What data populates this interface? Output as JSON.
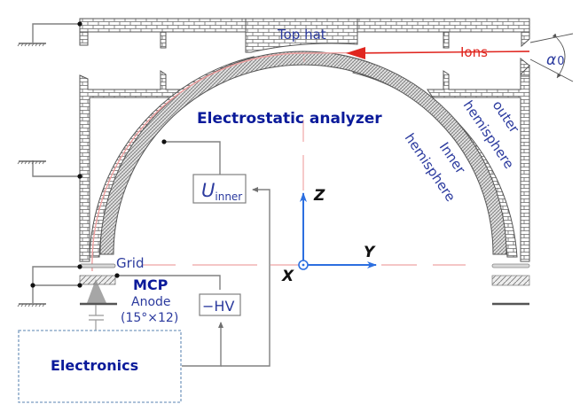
{
  "diagram": {
    "title": "Top-hat electrostatic analyzer schematic",
    "labels": {
      "top_hat": "Top hat",
      "ions": "Ions",
      "alpha": "α",
      "alpha_sub": "0",
      "analyzer": "Electrostatic analyzer",
      "outer_line1": "outer",
      "outer_line2": "hemisphere",
      "inner_line1": "Inner",
      "inner_line2": "hemisphere",
      "u_main": "U",
      "u_sub": "inner",
      "axis_z": "Z",
      "axis_y": "Y",
      "axis_x": "X",
      "grid": "Grid",
      "mcp": "MCP",
      "anode": "Anode",
      "anode_spec": "(15°×12)",
      "hv": "−HV",
      "electronics": "Electronics"
    },
    "colors": {
      "label_blue": "#2b3a9e",
      "bold_blue": "#0a1a9a",
      "ion_red": "#e0261f",
      "trajectory_red": "#f0a0a0",
      "axis_blue": "#2c6fe0",
      "structure_gray": "#555555",
      "wire_gray": "#808080",
      "electronics_border": "#7a9cc0"
    }
  }
}
